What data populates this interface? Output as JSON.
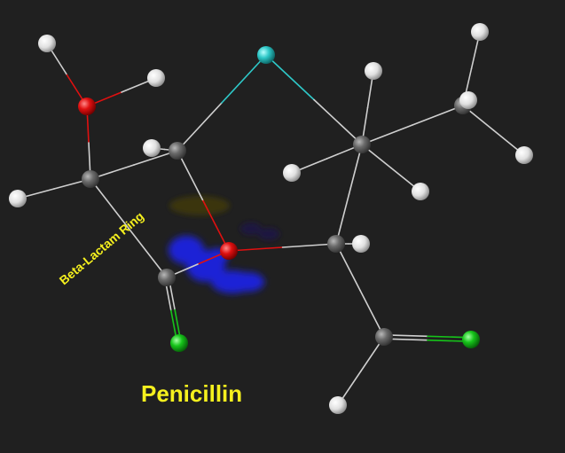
{
  "molecule": {
    "title": "Penicillin",
    "ring_label": "Beta-Lactam Ring"
  },
  "colors": {
    "background": "#202020",
    "label": "#f5f01e",
    "carbon": "#5a5a5a",
    "hydrogen": "#e6e6e6",
    "oxygen": "#e01010",
    "sulfur": "#2ec8c8",
    "chlorine": "#16c41a",
    "bond": "#cfcfcf",
    "surface_main": "#1a22d6",
    "surface_dark": "#1a1440",
    "surface_yellow": "#3a3410"
  },
  "atoms": [
    {
      "id": "H1",
      "element": "hydrogen",
      "name": "hydrogen-atom"
    },
    {
      "id": "H2",
      "element": "hydrogen",
      "name": "hydrogen-atom"
    },
    {
      "id": "O1",
      "element": "oxygen",
      "name": "oxygen-atom"
    },
    {
      "id": "C1",
      "element": "carbon",
      "name": "carbon-atom"
    },
    {
      "id": "H3",
      "element": "hydrogen",
      "name": "hydrogen-atom"
    },
    {
      "id": "C2",
      "element": "carbon",
      "name": "carbon-atom"
    },
    {
      "id": "H4",
      "element": "hydrogen",
      "name": "hydrogen-atom"
    },
    {
      "id": "S1",
      "element": "sulfur",
      "name": "sulfur-atom"
    },
    {
      "id": "C3",
      "element": "carbon",
      "name": "carbon-atom"
    },
    {
      "id": "H5",
      "element": "hydrogen",
      "name": "hydrogen-atom"
    },
    {
      "id": "H6",
      "element": "hydrogen",
      "name": "hydrogen-atom"
    },
    {
      "id": "H7",
      "element": "hydrogen",
      "name": "hydrogen-atom"
    },
    {
      "id": "C4",
      "element": "carbon",
      "name": "carbon-atom"
    },
    {
      "id": "H8",
      "element": "hydrogen",
      "name": "hydrogen-atom"
    },
    {
      "id": "H9",
      "element": "hydrogen",
      "name": "hydrogen-atom"
    },
    {
      "id": "H10",
      "element": "hydrogen",
      "name": "hydrogen-atom"
    },
    {
      "id": "O2",
      "element": "oxygen",
      "name": "oxygen-atom"
    },
    {
      "id": "C5",
      "element": "carbon",
      "name": "carbon-atom"
    },
    {
      "id": "H11",
      "element": "hydrogen",
      "name": "hydrogen-atom"
    },
    {
      "id": "C6",
      "element": "carbon",
      "name": "carbon-atom"
    },
    {
      "id": "Cl1",
      "element": "chlorine",
      "name": "chlorine-atom"
    },
    {
      "id": "C7",
      "element": "carbon",
      "name": "carbon-atom"
    },
    {
      "id": "Cl2",
      "element": "chlorine",
      "name": "chlorine-atom"
    },
    {
      "id": "H12",
      "element": "hydrogen",
      "name": "hydrogen-atom"
    }
  ],
  "bonds": [
    {
      "a": "H1",
      "b": "O1",
      "order": 1
    },
    {
      "a": "O1",
      "b": "H2",
      "order": 1
    },
    {
      "a": "O1",
      "b": "C1",
      "order": 1
    },
    {
      "a": "C1",
      "b": "H3",
      "order": 1
    },
    {
      "a": "C1",
      "b": "C2",
      "order": 1
    },
    {
      "a": "C1",
      "b": "C6",
      "order": 1
    },
    {
      "a": "C2",
      "b": "H4",
      "order": 1
    },
    {
      "a": "C2",
      "b": "S1",
      "order": 1
    },
    {
      "a": "C2",
      "b": "O2",
      "order": 1
    },
    {
      "a": "S1",
      "b": "C3",
      "order": 1
    },
    {
      "a": "C3",
      "b": "H5",
      "order": 1
    },
    {
      "a": "C3",
      "b": "H6",
      "order": 1
    },
    {
      "a": "C3",
      "b": "C4",
      "order": 1
    },
    {
      "a": "C3",
      "b": "C5",
      "order": 1
    },
    {
      "a": "C4",
      "b": "H7",
      "order": 1
    },
    {
      "a": "C4",
      "b": "H8",
      "order": 1
    },
    {
      "a": "C4",
      "b": "H9",
      "order": 1
    },
    {
      "a": "O2",
      "b": "C6",
      "order": 1
    },
    {
      "a": "O2",
      "b": "C5",
      "order": 1
    },
    {
      "a": "C5",
      "b": "H11",
      "order": 1
    },
    {
      "a": "C5",
      "b": "C7",
      "order": 1
    },
    {
      "a": "C6",
      "b": "Cl1",
      "order": 2
    },
    {
      "a": "C7",
      "b": "Cl2",
      "order": 2
    },
    {
      "a": "C7",
      "b": "H12",
      "order": 1
    }
  ]
}
